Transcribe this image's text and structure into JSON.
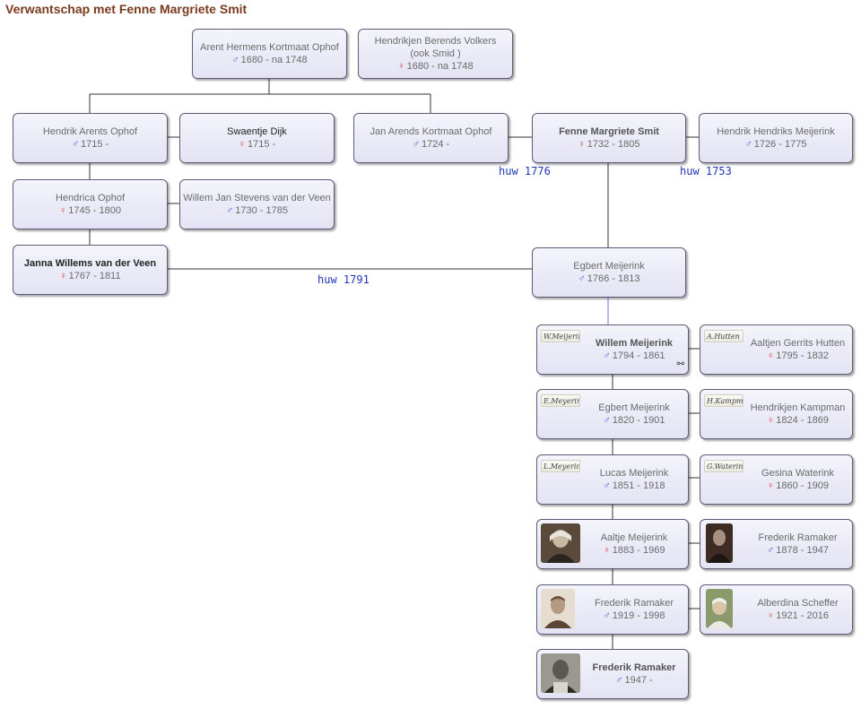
{
  "page": {
    "title": "Verwantschap met Fenne Margriete Smit"
  },
  "persons": {
    "arent": {
      "name": "Arent Hermens Kortmaat Ophof",
      "sex": "m",
      "years": "1680 - na 1748"
    },
    "hendrikjen_b": {
      "name": "Hendrikjen Berends Volkers (ook Smid )",
      "sex": "f",
      "years": "1680 - na 1748"
    },
    "hendrik_a": {
      "name": "Hendrik Arents Ophof",
      "sex": "m",
      "years": "1715 -"
    },
    "swaentje": {
      "name": "Swaentje Dijk",
      "sex": "f",
      "years": "1715 -"
    },
    "jan": {
      "name": "Jan Arends Kortmaat Ophof",
      "sex": "m",
      "years": "1724 -"
    },
    "fenne": {
      "name": "Fenne Margriete Smit",
      "sex": "f",
      "years": "1732 - 1805"
    },
    "hendrik_h": {
      "name": "Hendrik Hendriks Meijerink",
      "sex": "m",
      "years": "1726 - 1775"
    },
    "hendrica": {
      "name": "Hendrica Ophof",
      "sex": "f",
      "years": "1745 - 1800"
    },
    "willem_js": {
      "name": "Willem Jan Stevens van der Veen",
      "sex": "m",
      "years": "1730 - 1785"
    },
    "janna": {
      "name": "Janna Willems van der Veen",
      "sex": "f",
      "years": "1767 - 1811"
    },
    "egbert1": {
      "name": "Egbert Meijerink",
      "sex": "m",
      "years": "1766 - 1813"
    },
    "willem_m": {
      "name": "Willem Meijerink",
      "sex": "m",
      "years": "1794 - 1861",
      "sig": "W.Meijerink"
    },
    "aaltjen": {
      "name": "Aaltjen Gerrits Hutten",
      "sex": "f",
      "years": "1795 - 1832",
      "sig": "A.Hutten"
    },
    "egbert2": {
      "name": "Egbert Meijerink",
      "sex": "m",
      "years": "1820 - 1901",
      "sig": "E.Meyerink"
    },
    "hendrikjen_k": {
      "name": "Hendrikjen Kampman",
      "sex": "f",
      "years": "1824 - 1869",
      "sig": "H.Kampman"
    },
    "lucas": {
      "name": "Lucas Meijerink",
      "sex": "m",
      "years": "1851 - 1918",
      "sig": "L.Meyerink"
    },
    "gesina": {
      "name": "Gesina Waterink",
      "sex": "f",
      "years": "1860 - 1909",
      "sig": "G.Waterink"
    },
    "aaltje": {
      "name": "Aaltje Meijerink",
      "sex": "f",
      "years": "1883 - 1969"
    },
    "frederik1": {
      "name": "Frederik Ramaker",
      "sex": "m",
      "years": "1878 - 1947"
    },
    "frederik2": {
      "name": "Frederik Ramaker",
      "sex": "m",
      "years": "1919 - 1998"
    },
    "alberdina": {
      "name": "Alberdina Scheffer",
      "sex": "f",
      "years": "1921 - 2016"
    },
    "frederik3": {
      "name": "Frederik Ramaker",
      "sex": "m",
      "years": "1947 -"
    }
  },
  "marriages": {
    "m1776": "huw 1776",
    "m1753": "huw 1753",
    "m1791": "huw 1791"
  },
  "symbols": {
    "m": "♂",
    "f": "♀"
  },
  "colors": {
    "title": "#7a3b1e",
    "male": "#4b5bd1",
    "female": "#d24b4b",
    "marriage": "#2236b8"
  }
}
